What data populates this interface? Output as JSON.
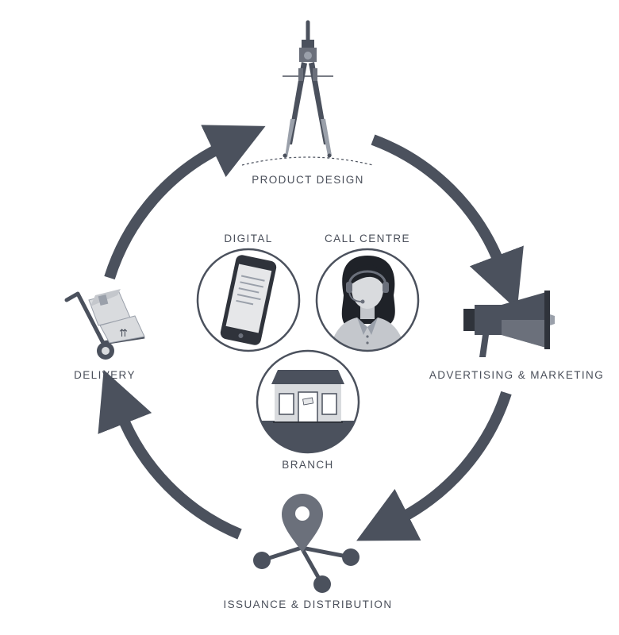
{
  "diagram": {
    "stages": {
      "product_design": "PRODUCT DESIGN",
      "advertising_marketing": "ADVERTISING & MARKETING",
      "issuance_distribution": "ISSUANCE & DISTRIBUTION",
      "delivery": "DELIVERY"
    },
    "channels": {
      "digital": "DIGITAL",
      "call_centre": "CALL CENTRE",
      "branch": "BRANCH"
    }
  },
  "colors": {
    "primary": "#4b515d",
    "medium": "#6b707b",
    "light": "#9aa0aa",
    "pale": "#d9dbde"
  },
  "icons": {
    "product_design": "compass-icon",
    "advertising_marketing": "megaphone-icon",
    "issuance_distribution": "map-pin-network-icon",
    "delivery": "hand-truck-boxes-icon",
    "digital": "smartphone-icon",
    "call_centre": "headset-agent-icon",
    "branch": "bank-branch-building-icon"
  }
}
